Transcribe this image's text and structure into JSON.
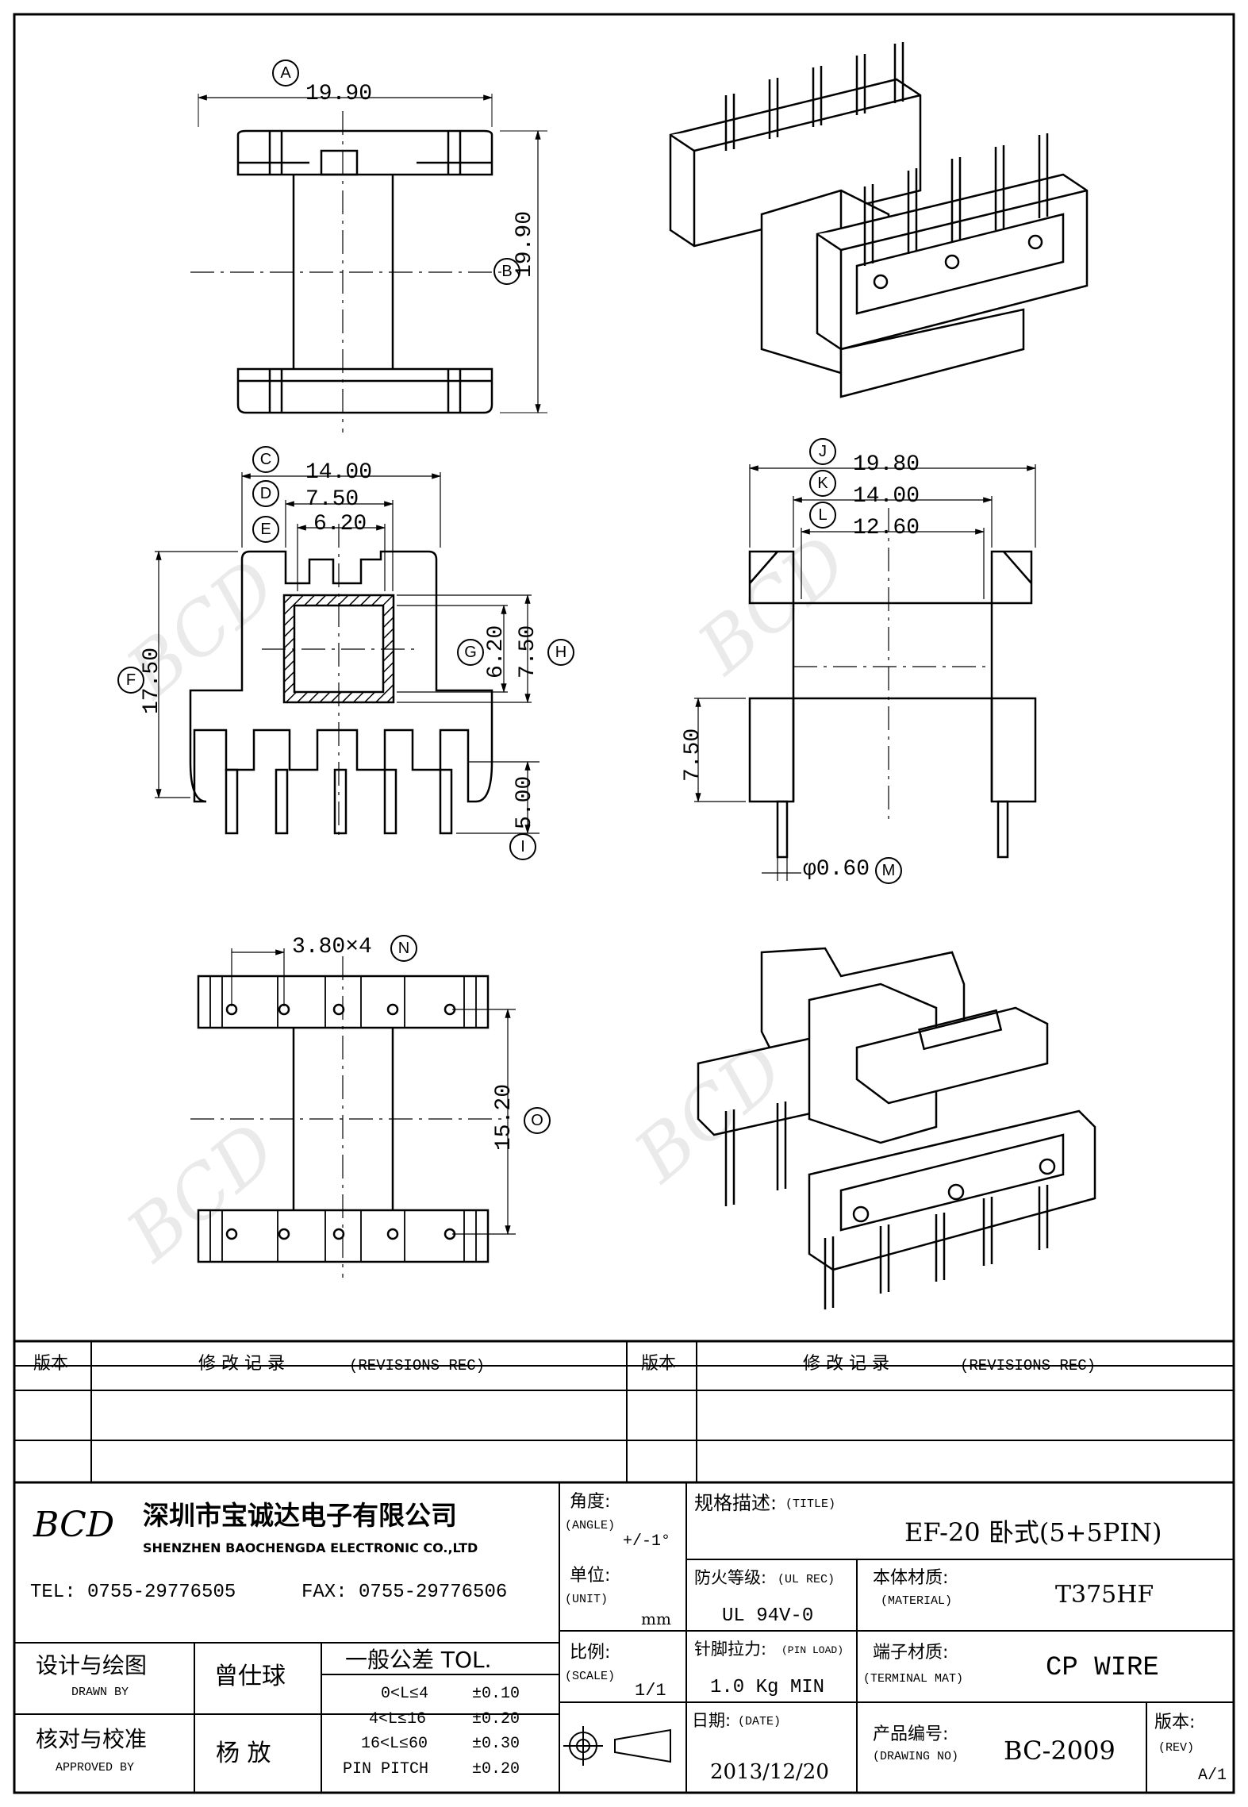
{
  "views": {
    "top_view": {
      "dims": [
        {
          "label": "A",
          "value": "19.90"
        },
        {
          "label": "B",
          "value": "19.90"
        }
      ]
    },
    "front_view": {
      "dims": [
        {
          "label": "C",
          "value": "14.00"
        },
        {
          "label": "D",
          "value": "7.50"
        },
        {
          "label": "E",
          "value": "6.20"
        },
        {
          "label": "F",
          "value": "17.50"
        },
        {
          "label": "G",
          "value": "6.20"
        },
        {
          "label": "H",
          "value": "7.50"
        },
        {
          "label": "I",
          "value": "5.00"
        }
      ]
    },
    "side_view": {
      "dims": [
        {
          "label": "J",
          "value": "19.80"
        },
        {
          "label": "K",
          "value": "14.00"
        },
        {
          "label": "L",
          "value": "12.60"
        },
        {
          "label": "",
          "value": "7.50"
        },
        {
          "label": "M",
          "value": "φ0.60"
        }
      ]
    },
    "bottom_view": {
      "dims": [
        {
          "label": "N",
          "value": "3.80×4"
        },
        {
          "label": "O",
          "value": "15.20"
        }
      ]
    }
  },
  "watermark": "BCD",
  "title_block": {
    "revisions": {
      "ver_label": "版本",
      "rec_label": "修 改 记 录",
      "rec_label_en": "(REVISIONS REC)"
    },
    "company": {
      "logo": "BCD",
      "name_cn": "深圳市宝诚达电子有限公司",
      "name_en": "SHENZHEN BAOCHENGDA ELECTRONIC CO.,LTD",
      "tel": "TEL: 0755-29776505",
      "fax": "FAX: 0755-29776506"
    },
    "angle": {
      "label": "角度:",
      "label_en": "(ANGLE)",
      "value": "+/-1°"
    },
    "unit": {
      "label": "单位:",
      "label_en": "(UNIT)",
      "value": "mm"
    },
    "scale": {
      "label": "比例:",
      "label_en": "(SCALE)",
      "value": "1/1"
    },
    "title": {
      "label": "规格描述:",
      "label_en": "(TITLE)",
      "value": "EF-20 卧式(5+5PIN)"
    },
    "ul": {
      "label": "防火等级:",
      "label_en": "(UL REC)",
      "value": "UL 94V-0"
    },
    "material": {
      "label": "本体材质:",
      "label_en": "(MATERIAL)",
      "value": "T375HF"
    },
    "pin_load": {
      "label": "针脚拉力:",
      "label_en": "(PIN LOAD)",
      "value": "1.0 Kg MIN"
    },
    "terminal": {
      "label": "端子材质:",
      "label_en": "(TERMINAL MAT)",
      "value": "CP WIRE"
    },
    "date": {
      "label": "日期:",
      "label_en": "(DATE)",
      "value": "2013/12/20"
    },
    "drawing_no": {
      "label": "产品编号:",
      "label_en": "(DRAWING NO)",
      "value": "BC-2009"
    },
    "rev": {
      "label": "版本:",
      "label_en": "(REV)",
      "value": "A/1"
    },
    "drawn": {
      "label": "设计与绘图",
      "label_en": "DRAWN BY",
      "value": "曾仕球"
    },
    "approved": {
      "label": "核对与校准",
      "label_en": "APPROVED BY",
      "value": "杨  放"
    },
    "tolerance": {
      "title": "一般公差 TOL.",
      "rows": [
        {
          "range": "0<L≤4",
          "tol": "±0.10"
        },
        {
          "range": "4<L≤16",
          "tol": "±0.20"
        },
        {
          "range": "16<L≤60",
          "tol": "±0.30"
        },
        {
          "range": "PIN PITCH",
          "tol": "±0.20"
        }
      ]
    }
  }
}
